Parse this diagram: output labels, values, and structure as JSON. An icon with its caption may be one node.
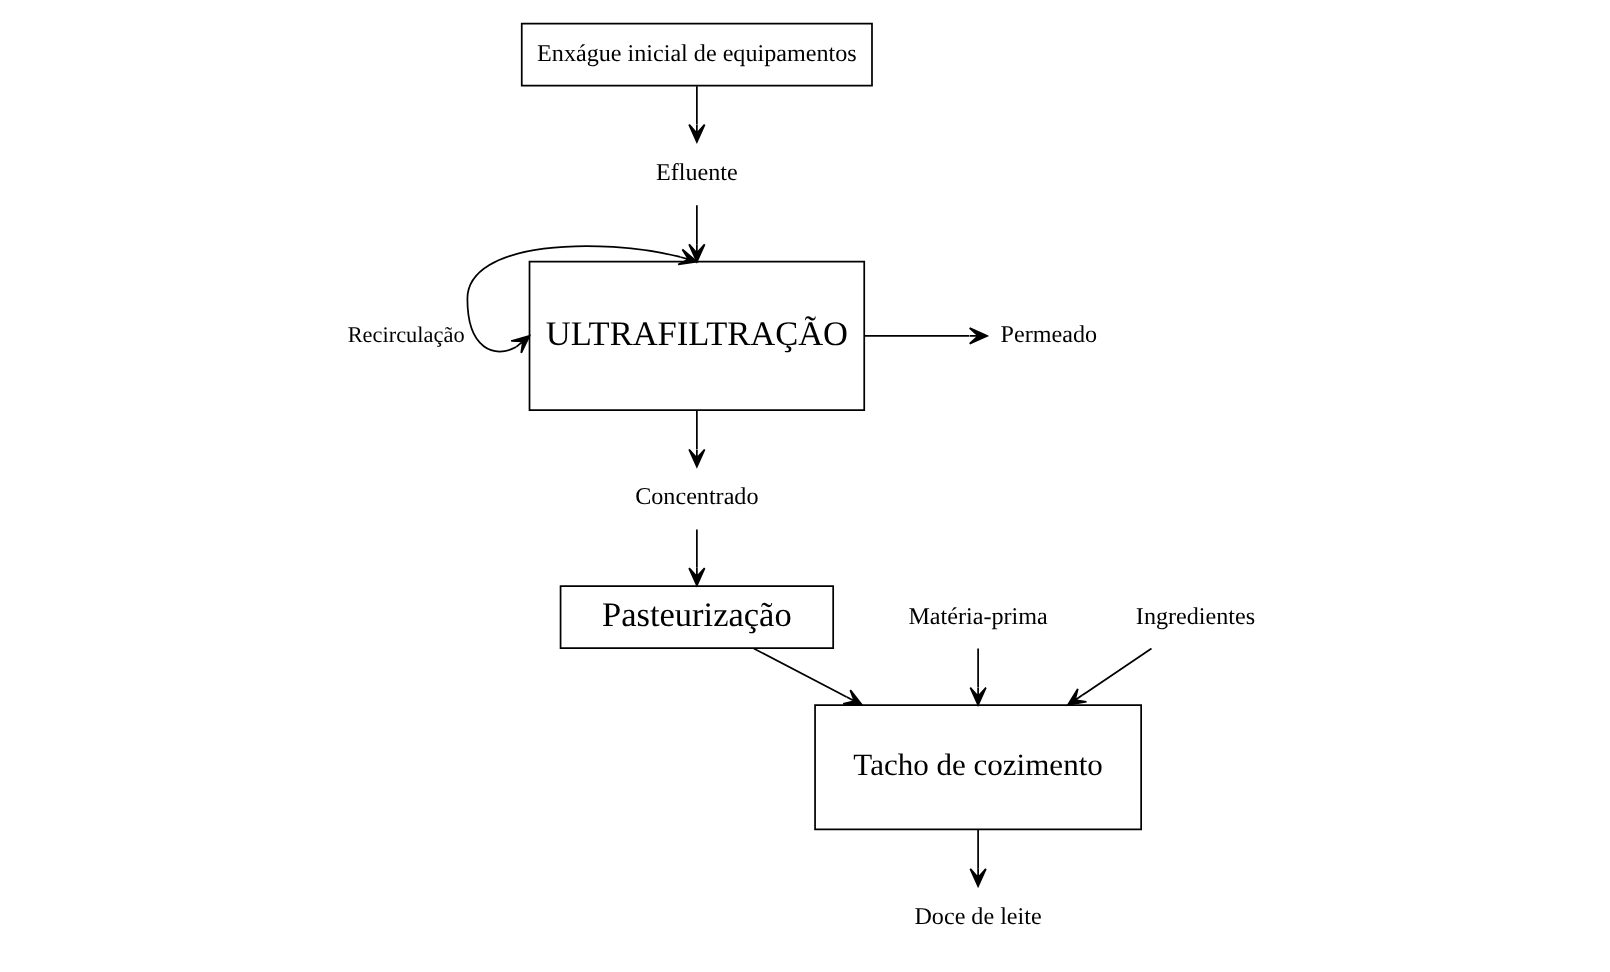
{
  "diagram": {
    "nodes": [
      {
        "text": [
          "Enxágue inicial de equipamentos"
        ]
      },
      {
        "text": [
          "Efluente"
        ]
      },
      {
        "text": [
          "ULTRAFILTRAÇÃO"
        ]
      },
      {
        "text": [
          "Permeado"
        ]
      },
      {
        "text": [
          "Concentrado"
        ]
      },
      {
        "text": [
          "Pasteurização"
        ]
      },
      {
        "text": [
          "Matéria-prima"
        ]
      },
      {
        "text": [
          "Ingredientes"
        ]
      },
      {
        "text": [
          "Tacho de cozimento"
        ]
      },
      {
        "text": [
          "Doce de leite"
        ]
      }
    ],
    "edges": [
      {
        "from": 0,
        "to": 1,
        "arrow": "to"
      },
      {
        "from": 1,
        "to": 2,
        "arrow": "to"
      },
      {
        "from": 2,
        "to": 2,
        "arrow": "both",
        "label": "Recirculação"
      },
      {
        "from": 2,
        "to": 3,
        "arrow": "to"
      },
      {
        "from": 2,
        "to": 4,
        "arrow": "to"
      },
      {
        "from": 4,
        "to": 5,
        "arrow": "to"
      },
      {
        "from": 5,
        "to": 8,
        "arrow": "to"
      },
      {
        "from": 6,
        "to": 8,
        "arrow": "to"
      },
      {
        "from": 7,
        "to": 8,
        "arrow": "to"
      },
      {
        "from": 8,
        "to": 9,
        "arrow": "to"
      }
    ]
  }
}
